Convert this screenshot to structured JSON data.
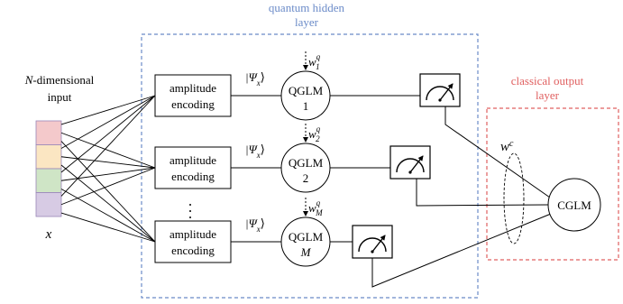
{
  "hidden_layer": {
    "title_line1": "quantum hidden",
    "title_line2": "layer",
    "color": "#6B8BC8"
  },
  "output_layer": {
    "title_line1": "classical output",
    "title_line2": "layer",
    "color": "#E06060"
  },
  "input": {
    "title_italic": "N",
    "title_rest": "-dimensional",
    "title_line2": "input",
    "variable": "x",
    "cell_colors": [
      "#F4C9CB",
      "#FBE6C2",
      "#CFE5C6",
      "#D7CBE4"
    ]
  },
  "encoder_label_line1": "amplitude",
  "encoder_label_line2": "encoding",
  "state_label": "|Ψ",
  "state_sub": "x",
  "state_close": "⟩",
  "qglm_label": "QGLM",
  "weight_symbol": "w",
  "weight_sup": "q",
  "rows": [
    {
      "index": "1",
      "weight_sub": "1"
    },
    {
      "index": "2",
      "weight_sub": "2"
    },
    {
      "index": "M",
      "weight_sub": "M"
    }
  ],
  "ellipsis": "·\n·\n·",
  "cglm_label": "CGLM",
  "classical_weight_symbol": "w",
  "classical_weight_sup": "c"
}
